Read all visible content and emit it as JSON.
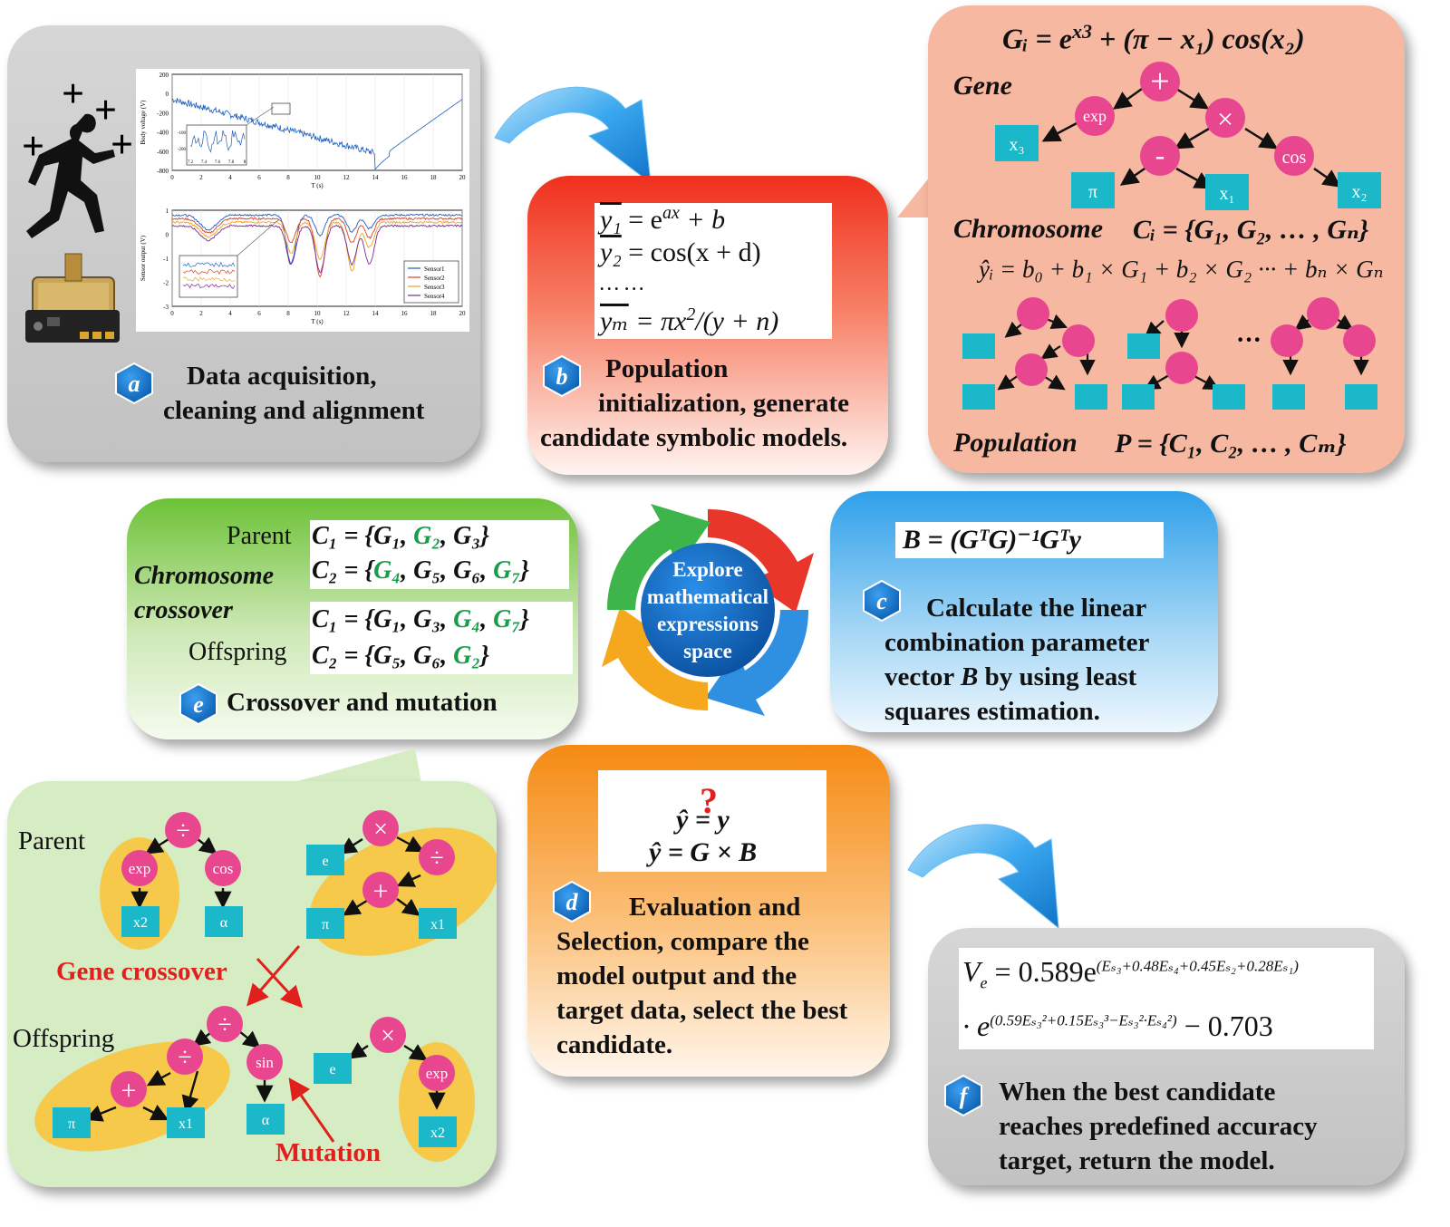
{
  "panel_a": {
    "badge": "a",
    "line1": "Data acquisition,",
    "line2": "cleaning and alignment",
    "top_plot": {
      "ylabel": "Body voltage (V)",
      "xlabel": "T (s)",
      "yticks": [
        "200",
        "0",
        "-200",
        "-400",
        "-600",
        "-800"
      ],
      "xticks": [
        "0",
        "2",
        "4",
        "6",
        "8",
        "10",
        "12",
        "14",
        "16",
        "18",
        "20"
      ],
      "inset_yticks": [
        "-100",
        "-200"
      ],
      "inset_xticks": [
        "7.2",
        "7.4",
        "7.6",
        "7.8",
        "8"
      ]
    },
    "bottom_plot": {
      "ylabel": "Sensor output (V)",
      "xlabel": "T (s)",
      "yticks": [
        "1",
        "0",
        "-1",
        "-2",
        "-3"
      ],
      "xticks": [
        "0",
        "2",
        "4",
        "6",
        "8",
        "10",
        "12",
        "14",
        "16",
        "18",
        "20"
      ],
      "legend": [
        "Sensor1",
        "Sensor2",
        "Sensor3",
        "Sensor4"
      ],
      "colors": [
        "#1f5fbf",
        "#d9442b",
        "#e8a820",
        "#7a2a8a"
      ]
    }
  },
  "panel_b": {
    "badge": "b",
    "eq1_lhs": "y₁",
    "eq1_rhs": "= e",
    "eq1_sup": "ax",
    "eq1_tail": " + b",
    "eq2_lhs": "y₂",
    "eq2_rhs": "= cos(x + d)",
    "eq3": "… …",
    "eq4_lhs": "yₘ",
    "eq4_rhs": "= πx",
    "eq4_sup": "2",
    "eq4_tail": "/(y + n)",
    "line1": "Population",
    "line2": "initialization, generate",
    "line3": "candidate symbolic models."
  },
  "panel_tr": {
    "formula_main": "Gᵢ = e",
    "formula_sup": "x3",
    "formula_tail": " + (π − x₁) cos(x₂)",
    "gene_label": "Gene",
    "nodes": {
      "plus": "+",
      "exp": "exp",
      "times": "×",
      "minus": "-",
      "cos": "cos"
    },
    "leaves": {
      "x3": "x₃",
      "pi": "π",
      "x1": "x₁",
      "x2": "x₂"
    },
    "chromosome_label": "Chromosome",
    "chromosome_eq": "Cᵢ = {G₁, G₂, … , Gₙ}",
    "linear_eq": "ŷᵢ = b₀ + b₁ × G₁ + b₂ × G₂ ··· + bₙ × Gₙ",
    "dots": "···",
    "population_label": "Population",
    "population_eq": "P = {C₁, C₂, … , Cₘ}"
  },
  "panel_c": {
    "badge": "c",
    "eq": "B = (GᵀG)⁻¹Gᵀy",
    "line1": "Calculate the linear",
    "line2": "combination parameter",
    "line3_pre": "vector ",
    "line3_b": "B",
    "line3_post": " by using least",
    "line4": "squares estimation."
  },
  "center": {
    "line1": "Explore",
    "line2": "mathematical",
    "line3": "expressions",
    "line4": "space"
  },
  "panel_e": {
    "badge": "e",
    "parent_label": "Parent",
    "chromosome_label": "Chromosome",
    "crossover_label": "crossover",
    "offspring_label": "Offspring",
    "title": "Crossover and mutation",
    "p1_lhs": "C₁ = {G₁, ",
    "p1_g": "G₂",
    "p1_tail": ", G₃}",
    "p2_lhs": "C₂ = {",
    "p2_g": "G₄",
    "p2_tail": ", G₅, G₆, ",
    "p2_g2": "G₇",
    "p2_end": "}",
    "o1_lhs": "C₁ = {G₁, G₃, ",
    "o1_g": "G₄",
    "o1_mid": ", ",
    "o1_g2": "G₇",
    "o1_end": "}",
    "o2_lhs": "C₂ = {G₅, G₆, ",
    "o2_g": "G₂",
    "o2_end": "}"
  },
  "panel_bl": {
    "parent_label": "Parent",
    "offspring_label": "Offspring",
    "gene_crossover": "Gene crossover",
    "mutation": "Mutation",
    "nodes": {
      "div": "÷",
      "exp": "exp",
      "cos": "cos",
      "times": "×",
      "plus": "+",
      "sin": "sin"
    },
    "leaves": {
      "x2": "x2",
      "alpha": "α",
      "e": "e",
      "pi": "π",
      "x1": "x1"
    }
  },
  "panel_d": {
    "badge": "d",
    "qmark": "?",
    "eq1": "ŷ = y",
    "eq2": "ŷ = G × B",
    "line1": "Evaluation and",
    "line2": "Selection, compare the",
    "line3": "model output and the",
    "line4": "target data, select the best",
    "line5": "candidate."
  },
  "panel_f": {
    "badge": "f",
    "eq1_main": "V",
    "eq1_sub": "e",
    "eq1_rhs": " = 0.589e",
    "eq1_exp": "(Eₛ₃+0.48Eₛ₄+0.45Eₛ₂+0.28Eₛ₁)",
    "eq2_pre": "· e",
    "eq2_exp": "(0.59Eₛ₃²+0.15Eₛ₃³−Eₛ₃²·Eₛ₄²)",
    "eq2_tail": " − 0.703",
    "line1": "When the best candidate",
    "line2": "reaches predefined accuracy",
    "line3": "target, return the model."
  },
  "colors": {
    "pink_node": "#e8468f",
    "cyan_leaf": "#1bb8c9",
    "yellow_blob": "#f6c94a",
    "badge_blue": "#0d6fc7",
    "green_text": "#1a9c4a",
    "red_text": "#e0201c"
  }
}
